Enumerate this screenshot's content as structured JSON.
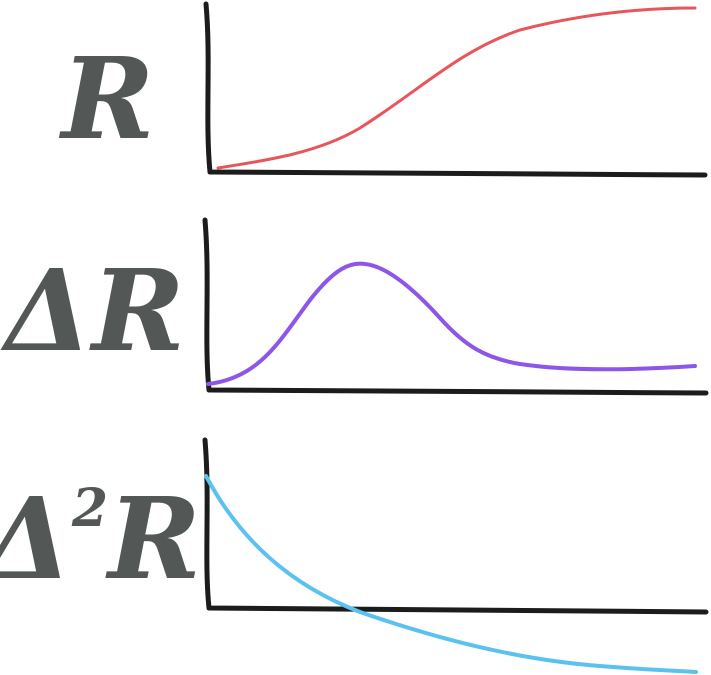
{
  "panels": [
    {
      "label_prefix": "",
      "label_superscript": "",
      "label_main": "R",
      "curve_color": "#e8555a",
      "curve_shape": "sigmoid-rise"
    },
    {
      "label_prefix": "Δ",
      "label_superscript": "",
      "label_main": "R",
      "curve_color": "#8e56e8",
      "curve_shape": "bell"
    },
    {
      "label_prefix": "Δ",
      "label_superscript": "2",
      "label_main": "R",
      "curve_color": "#5bc2ef",
      "curve_shape": "decay"
    }
  ],
  "axis_color": "#1c1c1c",
  "label_color": "#4a4f4d"
}
